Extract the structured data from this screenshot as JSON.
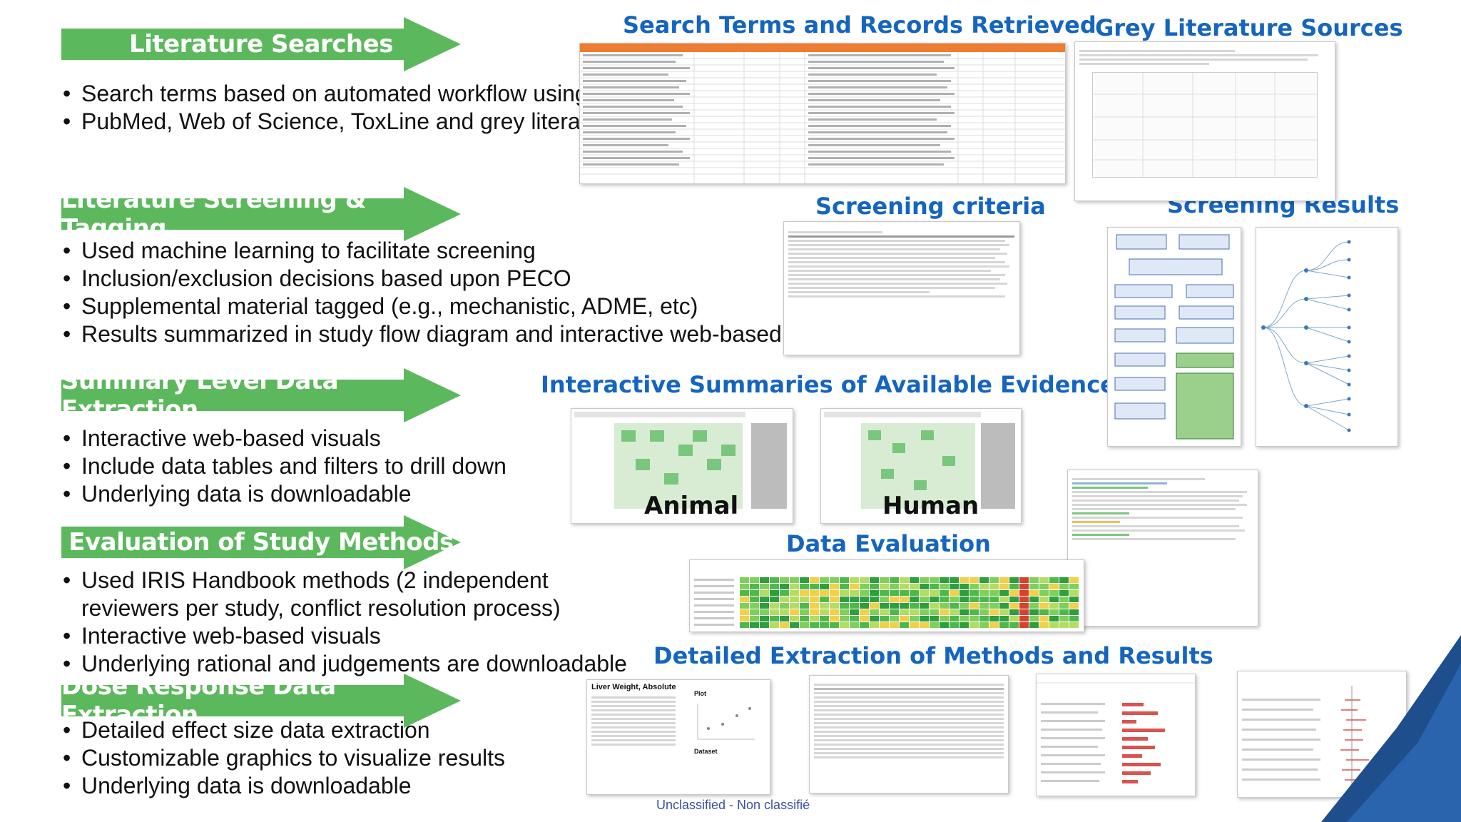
{
  "sections": [
    {
      "title": "Literature Searches",
      "bullets": [
        "Search terms based on automated workflow using EPA CompTox Chemicals Dashboard",
        "PubMed, Web of Science, ToxLine and grey literature included"
      ]
    },
    {
      "title": "Literature Screening & Tagging",
      "bullets": [
        "Used machine learning to facilitate screening",
        "Inclusion/exclusion decisions based upon PECO",
        "Supplemental material tagged (e.g., mechanistic, ADME, etc)",
        "Results summarized in study flow diagram and interactive web-based visuals"
      ]
    },
    {
      "title": "Summary Level Data Extraction",
      "bullets": [
        "Interactive web-based visuals",
        "Include data tables and filters to drill down",
        "Underlying data is downloadable"
      ]
    },
    {
      "title": "Evaluation of Study Methods",
      "bullets": [
        "Used IRIS Handbook methods (2 independent reviewers per study, conflict resolution process)",
        "Interactive web-based visuals",
        "Underlying rational and judgements are downloadable"
      ]
    },
    {
      "title": "Dose Response Data Extraction",
      "bullets": [
        "Detailed effect size data extraction",
        "Customizable graphics to visualize results",
        "Underlying data is downloadable"
      ]
    }
  ],
  "captions": {
    "search_terms": "Search Terms and Records Retrieved",
    "grey_lit": "Grey Literature Sources",
    "screening_criteria": "Screening criteria",
    "screening_results": "Screening Results",
    "interactive": "Interactive Summaries of Available Evidence",
    "data_eval": "Data Evaluation",
    "detailed": "Detailed Extraction of Methods and Results"
  },
  "labels": {
    "animal": "Animal",
    "human": "Human"
  },
  "thumb_text": {
    "liver_weight": "Liver Weight, Absolute",
    "plot": "Plot",
    "dataset": "Dataset"
  },
  "footer": "Unclassified - Non classifié",
  "colors": {
    "arrow": "#5cb85c",
    "caption": "#1565c0",
    "corner": "#1f4e8c",
    "table_header": "#ed7d31"
  }
}
